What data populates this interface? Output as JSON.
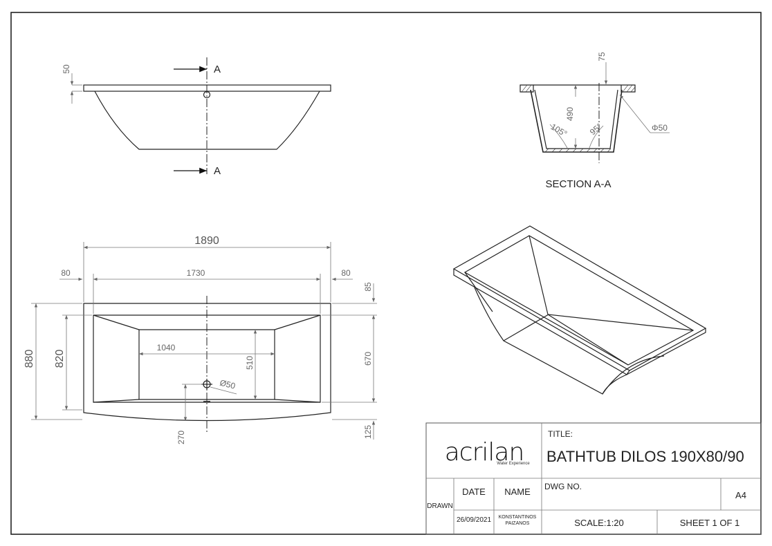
{
  "views": {
    "top_view": {
      "dim_rim": "50",
      "section_marker_top": "A",
      "section_marker_bottom": "A"
    },
    "section_view": {
      "title": "SECTION A-A",
      "dim_rim": "75",
      "dim_depth": "490",
      "dim_angle_left": "105°",
      "dim_angle_right": "95°",
      "dim_drain": "Φ50"
    },
    "plan_view": {
      "dim_overall_length": "1890",
      "dim_inner_length": "1730",
      "dim_left_rim": "80",
      "dim_right_rim": "80",
      "dim_top_rim": "85",
      "dim_overall_width": "880",
      "dim_inner_width": "820",
      "dim_inner_depth_width": "670",
      "dim_bottom_length": "1040",
      "dim_bottom_width": "510",
      "dim_drain": "Ø50",
      "dim_drain_offset": "270",
      "dim_bottom_rim": "125"
    }
  },
  "title_block": {
    "logo_text": "acrilan",
    "logo_tagline": "Water Experience",
    "title_label": "TITLE:",
    "title_value": "BATHTUB DILOS 190X80/90",
    "dwg_no_label": "DWG NO.",
    "size": "A4",
    "drawn_label": "DRAWN",
    "date_header": "DATE",
    "name_header": "NAME",
    "date_value": "26/09/2021",
    "name_line1": "KONSTANTINOS",
    "name_line2": "PAIZANOS",
    "scale": "SCALE:1:20",
    "sheet": "SHEET 1 OF 1"
  },
  "colors": {
    "line": "#222222",
    "dimension": "#666666",
    "background": "#ffffff"
  }
}
